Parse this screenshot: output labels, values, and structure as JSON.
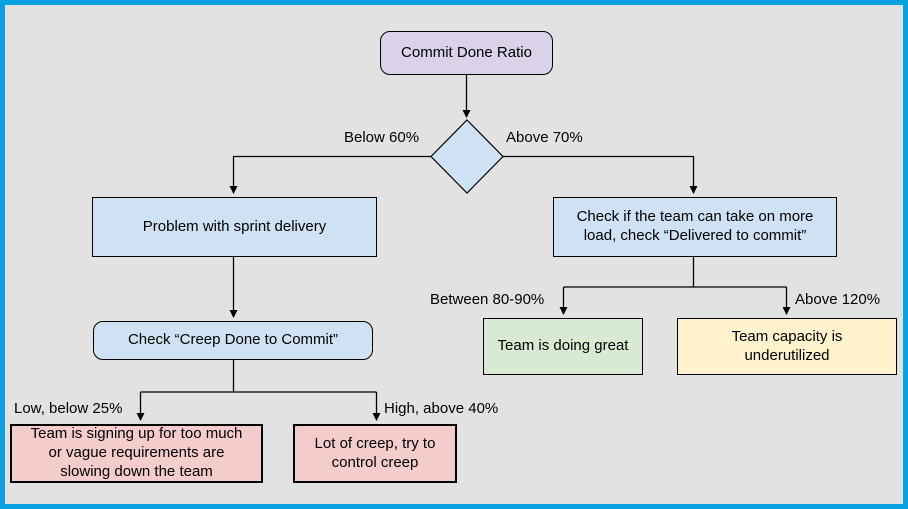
{
  "colors": {
    "background": "#e2e2e2",
    "frame": "#0ba2e3",
    "stroke": "#000000",
    "root_fill": "#d9d2e9",
    "process_fill": "#cfe2f3",
    "decision_fill": "#cfe2f3",
    "success_fill": "#d9ead3",
    "warning_fill": "#fff2cc",
    "danger_fill": "#f4cccc"
  },
  "nodes": {
    "root": "Commit Done Ratio",
    "problem": "Problem with sprint delivery",
    "check_load": [
      "Check if the team can take on more",
      "load, check “Delivered to commit”"
    ],
    "check_creep": "Check “Creep Done to Commit”",
    "great": "Team is doing great",
    "underutilized": [
      "Team capacity is",
      "underutilized"
    ],
    "too_much": [
      "Team is signing up for too much",
      "or vague requirements are",
      "slowing down the team"
    ],
    "creep": [
      "Lot of creep, try to",
      "control creep"
    ]
  },
  "edge_labels": {
    "below_60": "Below 60%",
    "above_70": "Above 70%",
    "between_80_90": "Between 80-90%",
    "above_120": "Above 120%",
    "low_below_25": "Low, below 25%",
    "high_above_40": "High, above 40%"
  }
}
